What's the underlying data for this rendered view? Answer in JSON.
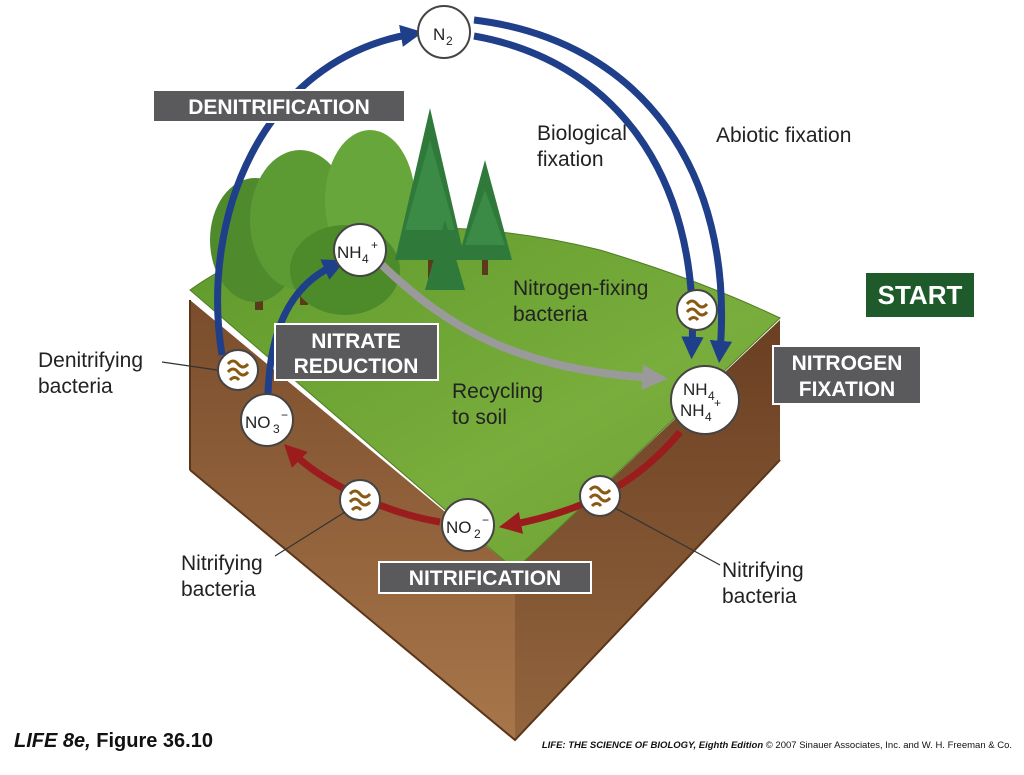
{
  "labels": {
    "denitrification": "DENITRIFICATION",
    "nitrate_reduction_1": "NITRATE",
    "nitrate_reduction_2": "REDUCTION",
    "nitrification": "NITRIFICATION",
    "nitrogen_fixation_1": "NITROGEN",
    "nitrogen_fixation_2": "FIXATION",
    "start": "START",
    "biological_fixation_1": "Biological",
    "biological_fixation_2": "fixation",
    "abiotic_fixation": "Abiotic fixation",
    "nitrogen_fixing_1": "Nitrogen-fixing",
    "nitrogen_fixing_2": "bacteria",
    "recycling_1": "Recycling",
    "recycling_2": "to soil",
    "denitrifying_1": "Denitrifying",
    "denitrifying_2": "bacteria",
    "nitrifying_left_1": "Nitrifying",
    "nitrifying_left_2": "bacteria",
    "nitrifying_right_1": "Nitrifying",
    "nitrifying_right_2": "bacteria"
  },
  "chemicals": {
    "n2": "N",
    "n2_sub": "2",
    "nh4_top": "NH",
    "nh4_top_sub": "4",
    "nh4_top_sup": "+",
    "nh4_right_a": "NH",
    "nh4_right_a_sub": "4",
    "nh4_right_b": "NH",
    "nh4_right_b_sub": "4",
    "nh4_right_b_sup": "+",
    "no3": "NO",
    "no3_sub": "3",
    "no3_sup": "−",
    "no2": "NO",
    "no2_sub": "2",
    "no2_sup": "−"
  },
  "footer": {
    "figure_italic": "LIFE 8e,",
    "figure_rest": "Figure 36.10",
    "book_title": "LIFE: THE SCIENCE OF BIOLOGY, Eighth Edition",
    "copyright": "© 2007 Sinauer Associates, Inc. and W. H. Freeman & Co."
  },
  "colors": {
    "blue_arrow": "#1f3f8a",
    "red_arrow": "#9b1c1c",
    "gray_arrow": "#9a9a9a",
    "label_box": "#5a5a5c",
    "start_box": "#1e5a2a",
    "grass": "#6fa436",
    "soil": "#8a5a35"
  }
}
